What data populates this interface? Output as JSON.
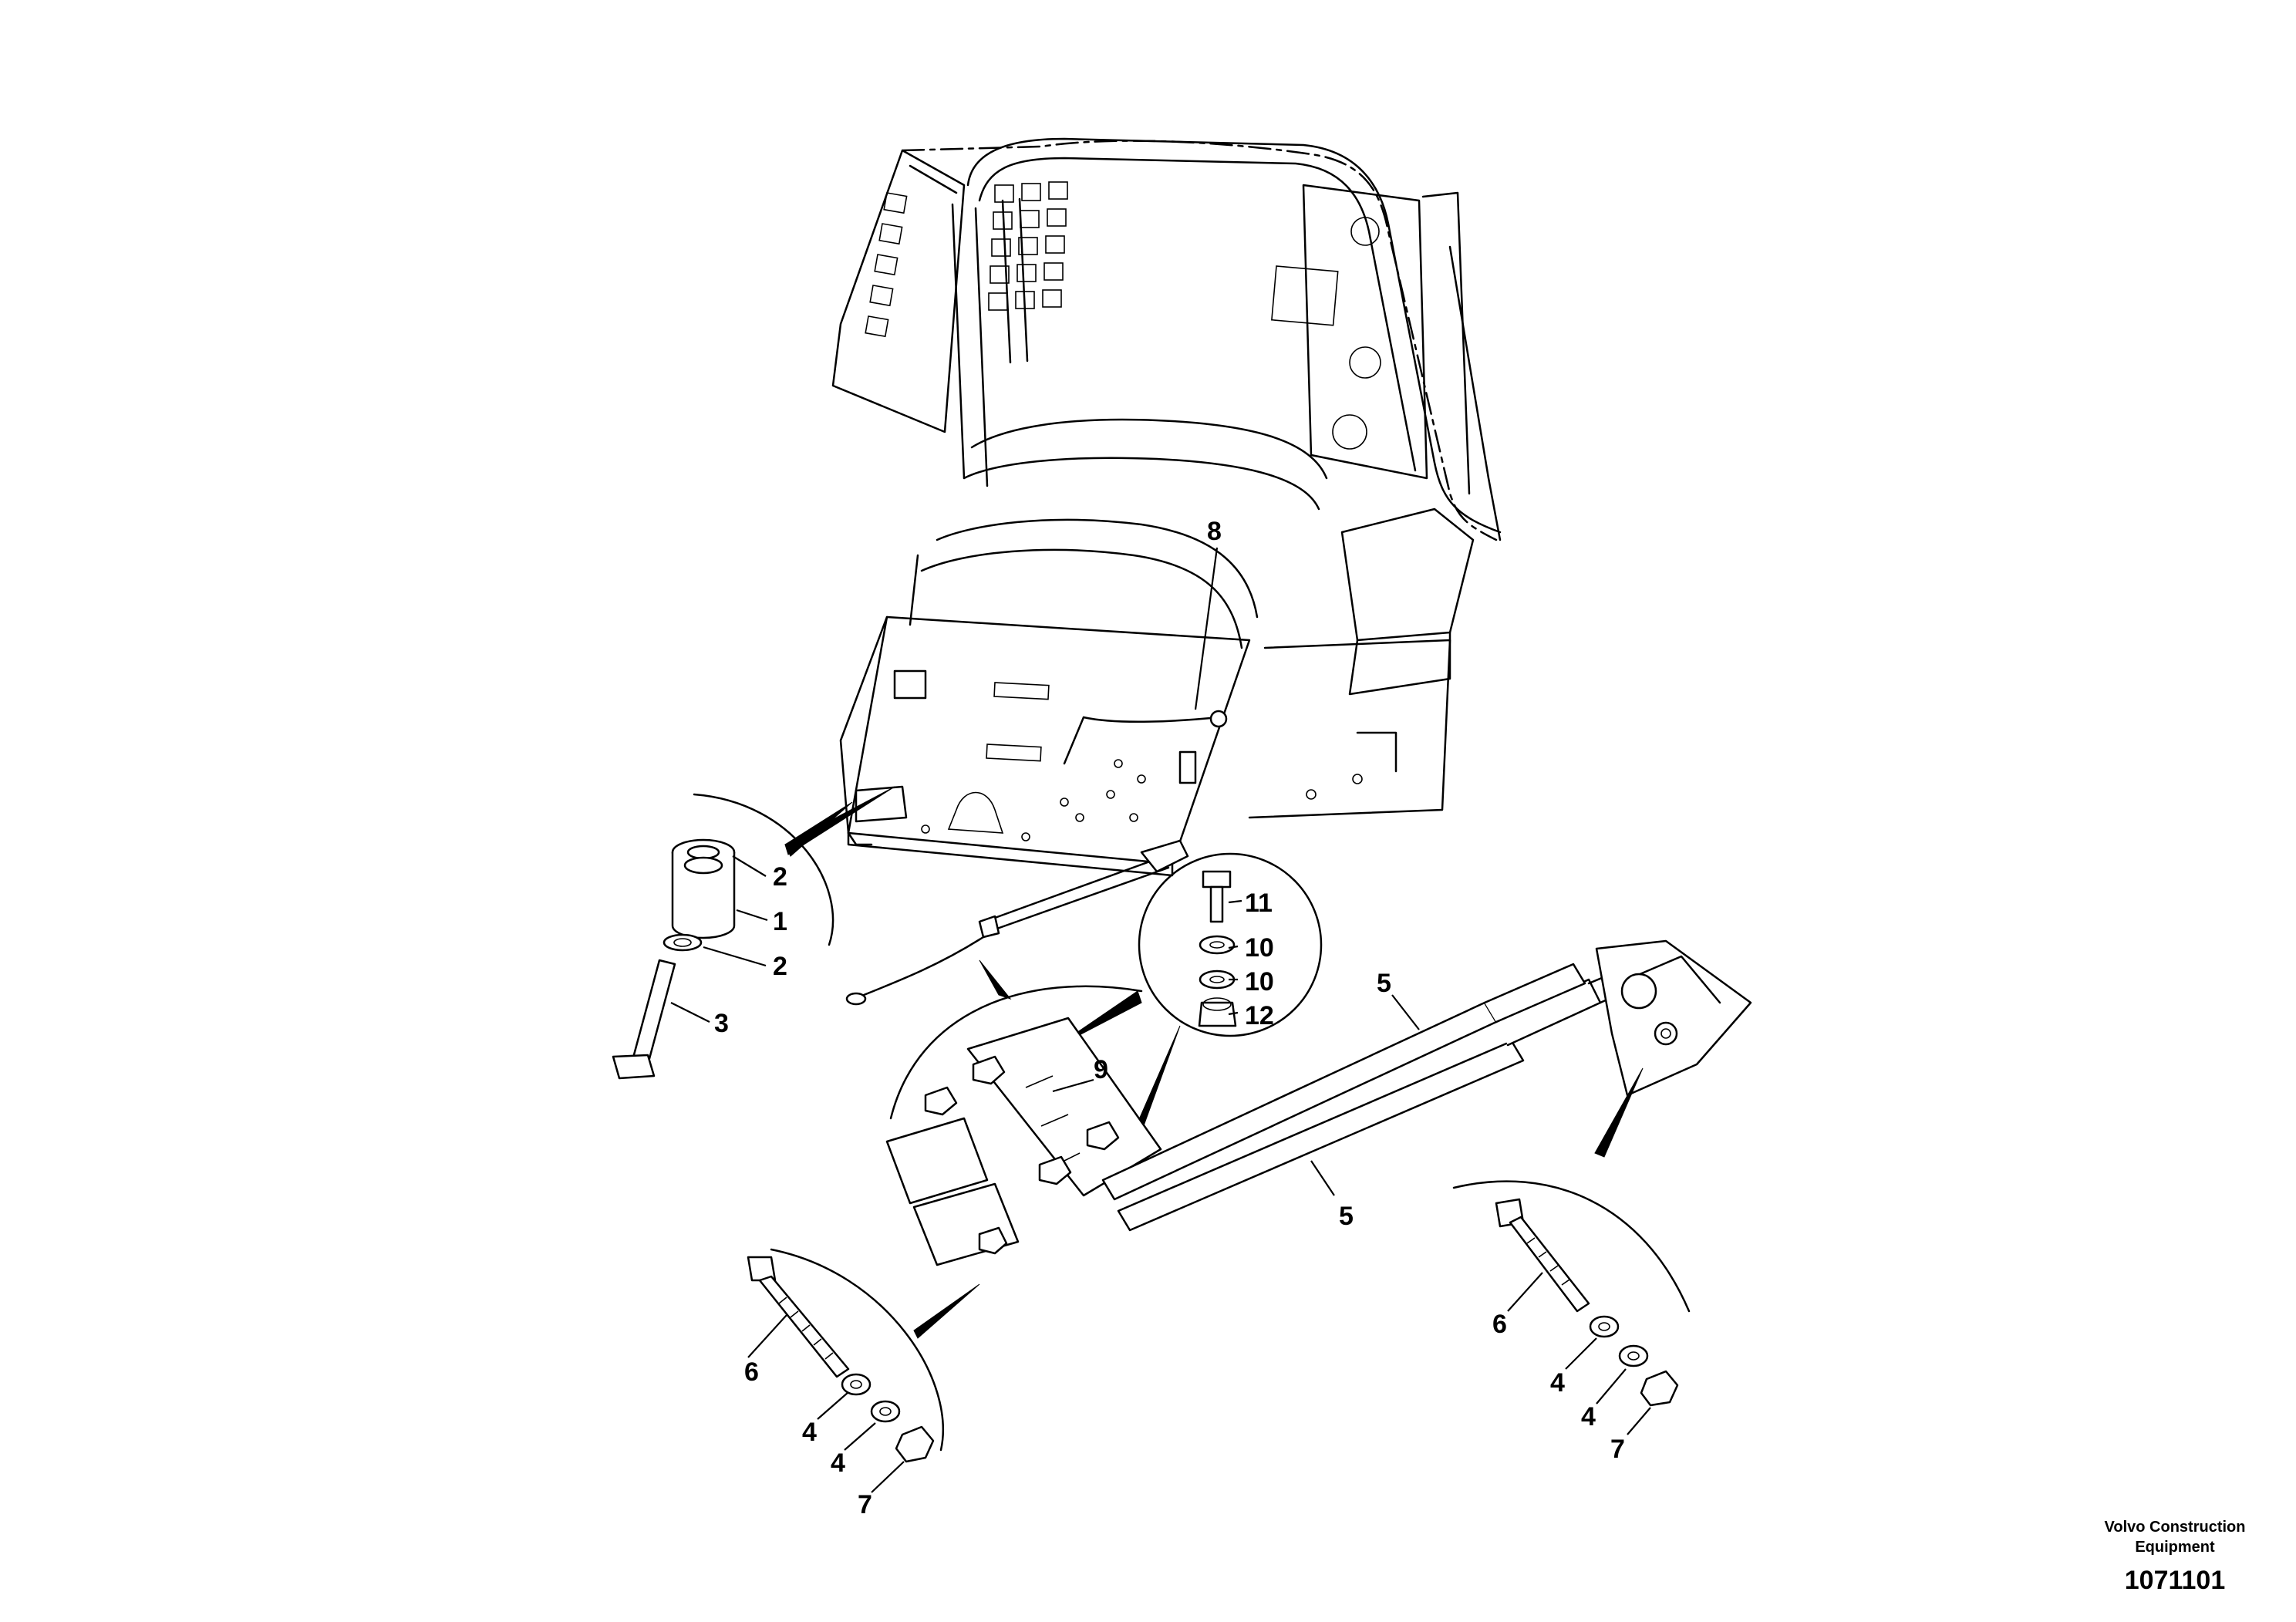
{
  "diagram": {
    "callouts": [
      {
        "id": "c8",
        "label": "8"
      },
      {
        "id": "c2a",
        "label": "2"
      },
      {
        "id": "c1",
        "label": "1"
      },
      {
        "id": "c2b",
        "label": "2"
      },
      {
        "id": "c3",
        "label": "3"
      },
      {
        "id": "c11",
        "label": "11"
      },
      {
        "id": "c10a",
        "label": "10"
      },
      {
        "id": "c10b",
        "label": "10"
      },
      {
        "id": "c12",
        "label": "12"
      },
      {
        "id": "c9",
        "label": "9"
      },
      {
        "id": "c5a",
        "label": "5"
      },
      {
        "id": "c5b",
        "label": "5"
      },
      {
        "id": "c6a",
        "label": "6"
      },
      {
        "id": "c4a",
        "label": "4"
      },
      {
        "id": "c4b",
        "label": "4"
      },
      {
        "id": "c7a",
        "label": "7"
      },
      {
        "id": "c6b",
        "label": "6"
      },
      {
        "id": "c4c",
        "label": "4"
      },
      {
        "id": "c4d",
        "label": "4"
      },
      {
        "id": "c7b",
        "label": "7"
      }
    ]
  },
  "footer": {
    "brand_line1": "Volvo Construction",
    "brand_line2": "Equipment",
    "doc_number": "1071101"
  }
}
